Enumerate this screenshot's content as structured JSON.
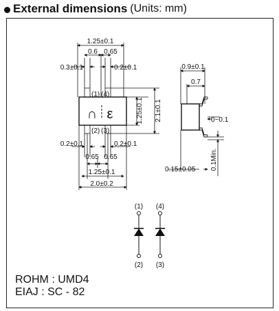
{
  "header": {
    "title": "External dimensions",
    "units": "(Units: mm)"
  },
  "top_view": {
    "dims_top": {
      "total_width": "1.25±0.1",
      "left_gap": "0.6",
      "right_gap": "0.65",
      "left_lead": "0.3±0.1",
      "right_lead": "0.2±0.1"
    },
    "pins": {
      "p1": "(1)",
      "p4": "(4)",
      "p2": "(2)",
      "p3": "(3)"
    },
    "dims_right": {
      "body_height": "1.25±0.1",
      "total_height": "2.1±0.1"
    },
    "body_mark": {
      "left": "∩",
      "right": "ε"
    },
    "dims_bottom": {
      "left_lead": "0.2±0.1",
      "right_lead": "0.2±0.1",
      "left_pitch": "0.65",
      "right_pitch": "0.65",
      "body_width": "1.25±0.1",
      "overall": "2.0±0.2"
    }
  },
  "side_view": {
    "height": "0.9±0.1",
    "inner": "0.7",
    "offset": "0~0.1",
    "lead_thickness": "0.15±0.05",
    "standoff": "0.1Min."
  },
  "schematic": {
    "top_left": "(1)",
    "top_right": "(4)",
    "bottom_left": "(2)",
    "bottom_right": "(3)"
  },
  "footer": {
    "rohm": "ROHM : UMD4",
    "eiaj": "EIAJ : SC - 82"
  }
}
